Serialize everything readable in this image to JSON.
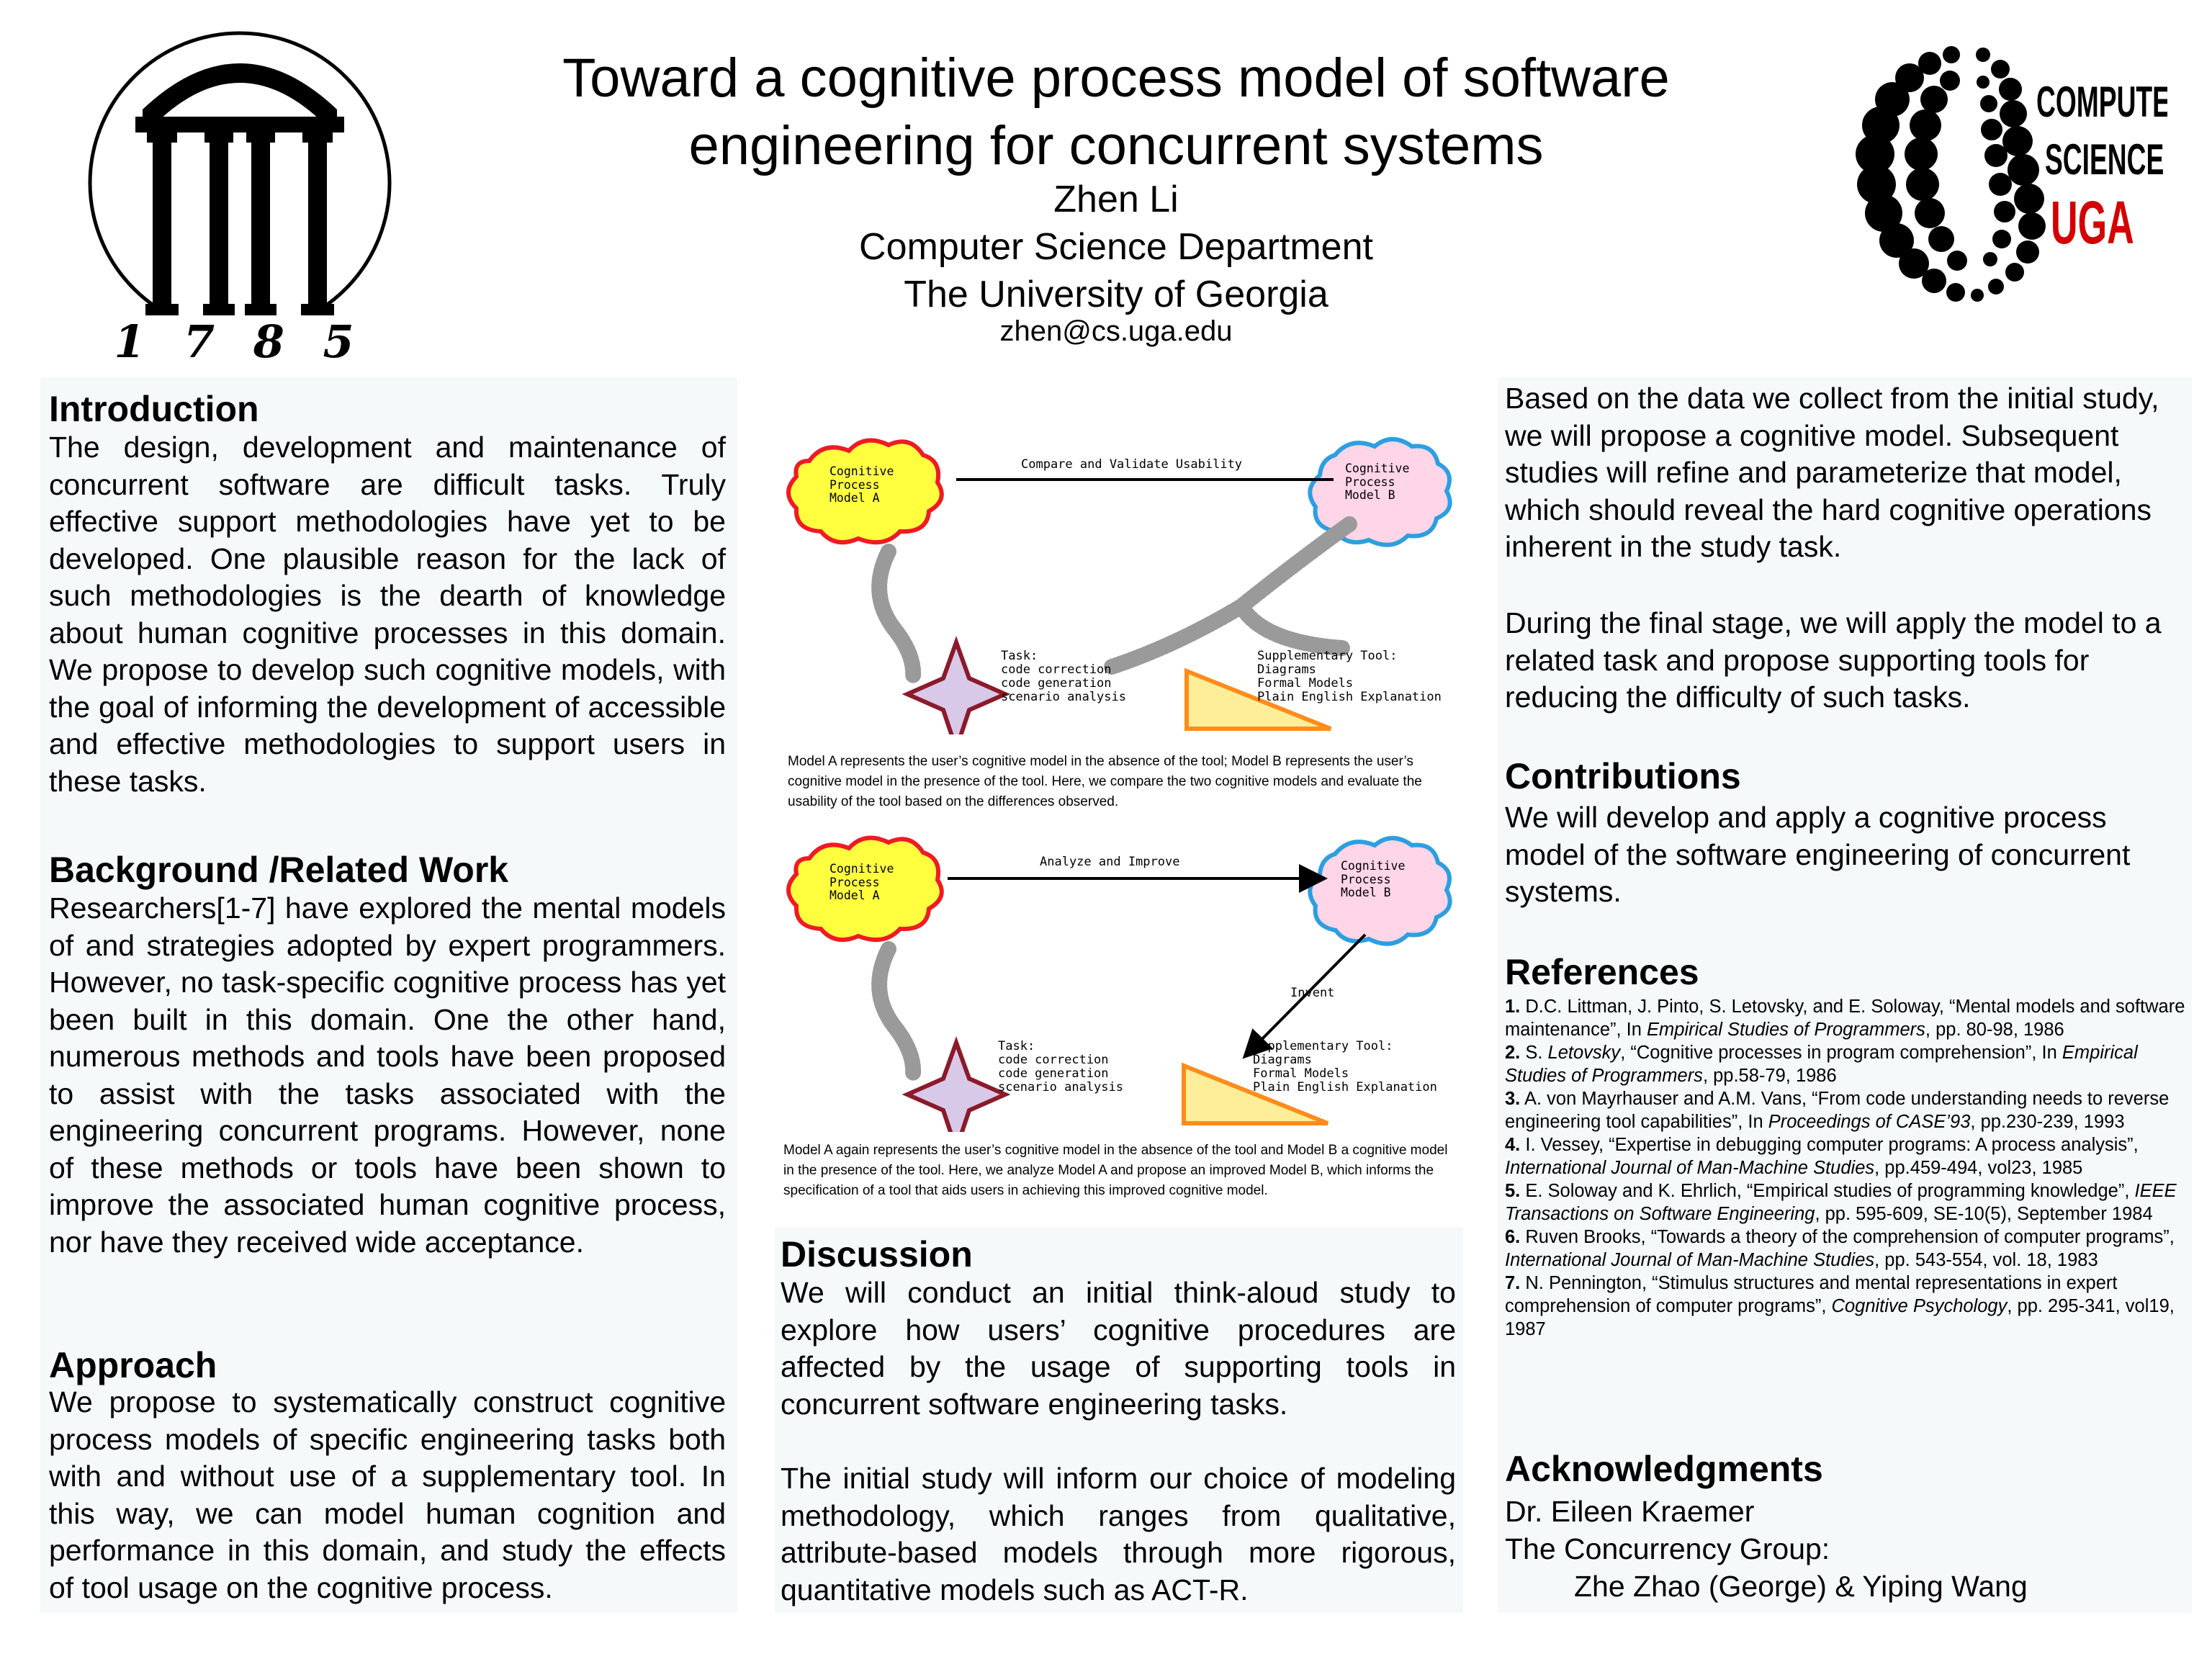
{
  "header": {
    "title_line1": "Toward a cognitive process model of software",
    "title_line2": "engineering for concurrent systems",
    "author": "Zhen Li",
    "department": "Computer Science Department",
    "university": "The University of Georgia",
    "email": "zhen@cs.uga.edu"
  },
  "logos": {
    "uga_year": "1 7 8 5",
    "cs_line1": "COMPUTER",
    "cs_line2": "SCIENCE",
    "cs_line3": "UGA"
  },
  "introduction": {
    "heading": "Introduction",
    "text": "The design, development and maintenance of concurrent software are difficult tasks.  Truly effective support methodologies have yet to be developed. One plausible reason for the lack of such methodologies is the dearth of knowledge about human cognitive processes in this domain. We propose to develop such cognitive models, with the goal of informing the development of accessible and effective methodologies to support users in these tasks."
  },
  "background": {
    "heading": "Background /Related Work",
    "text": "Researchers[1-7] have explored the mental models of and strategies adopted by expert programmers.  However, no task-specific cognitive process has yet been built in this domain. One the other hand, numerous methods and tools have been proposed to assist with the tasks associated with the engineering concurrent programs. However, none of these methods or tools have been shown to improve the associated human cognitive process,  nor have they received wide acceptance."
  },
  "approach": {
    "heading": "Approach",
    "text": "We propose to systematically construct cognitive process models of specific engineering tasks both with and without use of a supplementary tool.  In this way, we can model human cognition and performance in this domain, and study the effects of tool usage on the cognitive process."
  },
  "figure1": {
    "model_a": [
      "Cognitive",
      "Process",
      "Model   A"
    ],
    "model_b": [
      "Cognitive",
      "Process",
      "Model   B"
    ],
    "arrow_label": "Compare and Validate Usability",
    "task": [
      "Task:",
      "code correction",
      "code generation",
      "scenario analysis"
    ],
    "tool": [
      "Supplementary Tool:",
      "Diagrams",
      "Formal Models",
      "Plain English Explanation"
    ],
    "caption": "Model A represents the user’s cognitive model in the absence of the tool; Model B represents the user’s cognitive model in the presence of the tool.  Here, we compare the two cognitive models and evaluate the usability of the tool based on the differences observed."
  },
  "figure2": {
    "model_a": [
      "Cognitive",
      "Process",
      "Model   A"
    ],
    "model_b": [
      "Cognitive",
      "Process",
      "Model   B"
    ],
    "arrow_label": "Analyze and Improve",
    "invent_label": "Invent",
    "task": [
      "Task:",
      "code correction",
      "code generation",
      "scenario analysis"
    ],
    "tool": [
      "Supplementary Tool:",
      "Diagrams",
      "Formal Models",
      "Plain English Explanation"
    ],
    "caption": "Model A again represents the user’s cognitive model in the absence of the tool and Model B a cognitive model in the presence of the tool.  Here, we analyze Model A and propose an improved Model B, which informs the specification of a tool that aids users in achieving this improved cognitive model."
  },
  "discussion": {
    "heading": "Discussion",
    "para1": "We will conduct an initial think-aloud study to explore how users’ cognitive procedures are affected by the usage of supporting tools in concurrent software engineering tasks.",
    "para2": "The initial study will inform our choice of modeling methodology, which ranges from qualitative, attribute-based models through more rigorous, quantitative models such as ACT-R."
  },
  "continuation": {
    "para1": "Based on the data we collect from the initial study, we will propose a cognitive model. Subsequent studies will refine and parameterize that model, which should reveal the hard cognitive operations inherent in the study task.",
    "para2": "During the final stage, we will apply the model to a related task and propose supporting tools for reducing the difficulty of such tasks."
  },
  "contributions": {
    "heading": "Contributions",
    "text": "We will develop and apply a cognitive process model of the software engineering of concurrent systems."
  },
  "references": {
    "heading": "References",
    "items": [
      {
        "num": "1.",
        "pre": " D.C. Littman, J. Pinto, S. Letovsky, and E. Soloway, “Mental models and software maintenance”, In ",
        "venue": "Empirical Studies of Programmers",
        "post": ", pp. 80-98, 1986"
      },
      {
        "num": "2.",
        "pre": " S. ",
        "author_it": "Letovsky",
        "pre2": ", “Cognitive processes in program comprehension”, In ",
        "venue": "Empirical Studies of Programmers",
        "post": ", pp.58-79, 1986"
      },
      {
        "num": "3.",
        "pre": " A. von Mayrhauser and A.M. Vans, “From code understanding needs to reverse engineering tool capabilities”, In ",
        "venue": "Proceedings of CASE’93",
        "post": ", pp.230-239, 1993"
      },
      {
        "num": "4.",
        "pre": " I. Vessey, “Expertise in debugging computer programs: A process analysis”, ",
        "venue": "International Journal of Man-Machine Studies",
        "post": ", pp.459-494, vol23, 1985"
      },
      {
        "num": "5.",
        "pre": " E. Soloway and K. Ehrlich, “Empirical studies of programming knowledge”, ",
        "venue": "IEEE Transactions on Software Engineering",
        "post": ", pp. 595-609, SE-10(5), September 1984"
      },
      {
        "num": "6.",
        "pre": " Ruven Brooks, “Towards a theory of the comprehension of computer programs”, ",
        "venue": "International Journal of Man-Machine Studies",
        "post": ", pp. 543-554, vol. 18, 1983"
      },
      {
        "num": "7.",
        "pre": " N. Pennington, “Stimulus structures and mental representations in expert comprehension of computer programs”, ",
        "venue": "Cognitive Psychology",
        "post": ", pp. 295-341, vol19, 1987"
      }
    ]
  },
  "acknowledgments": {
    "heading": "Acknowledgments",
    "line1": "Dr. Eileen Kraemer",
    "line2": "The Concurrency Group:",
    "line3": "Zhe Zhao (George) & Yiping Wang"
  }
}
